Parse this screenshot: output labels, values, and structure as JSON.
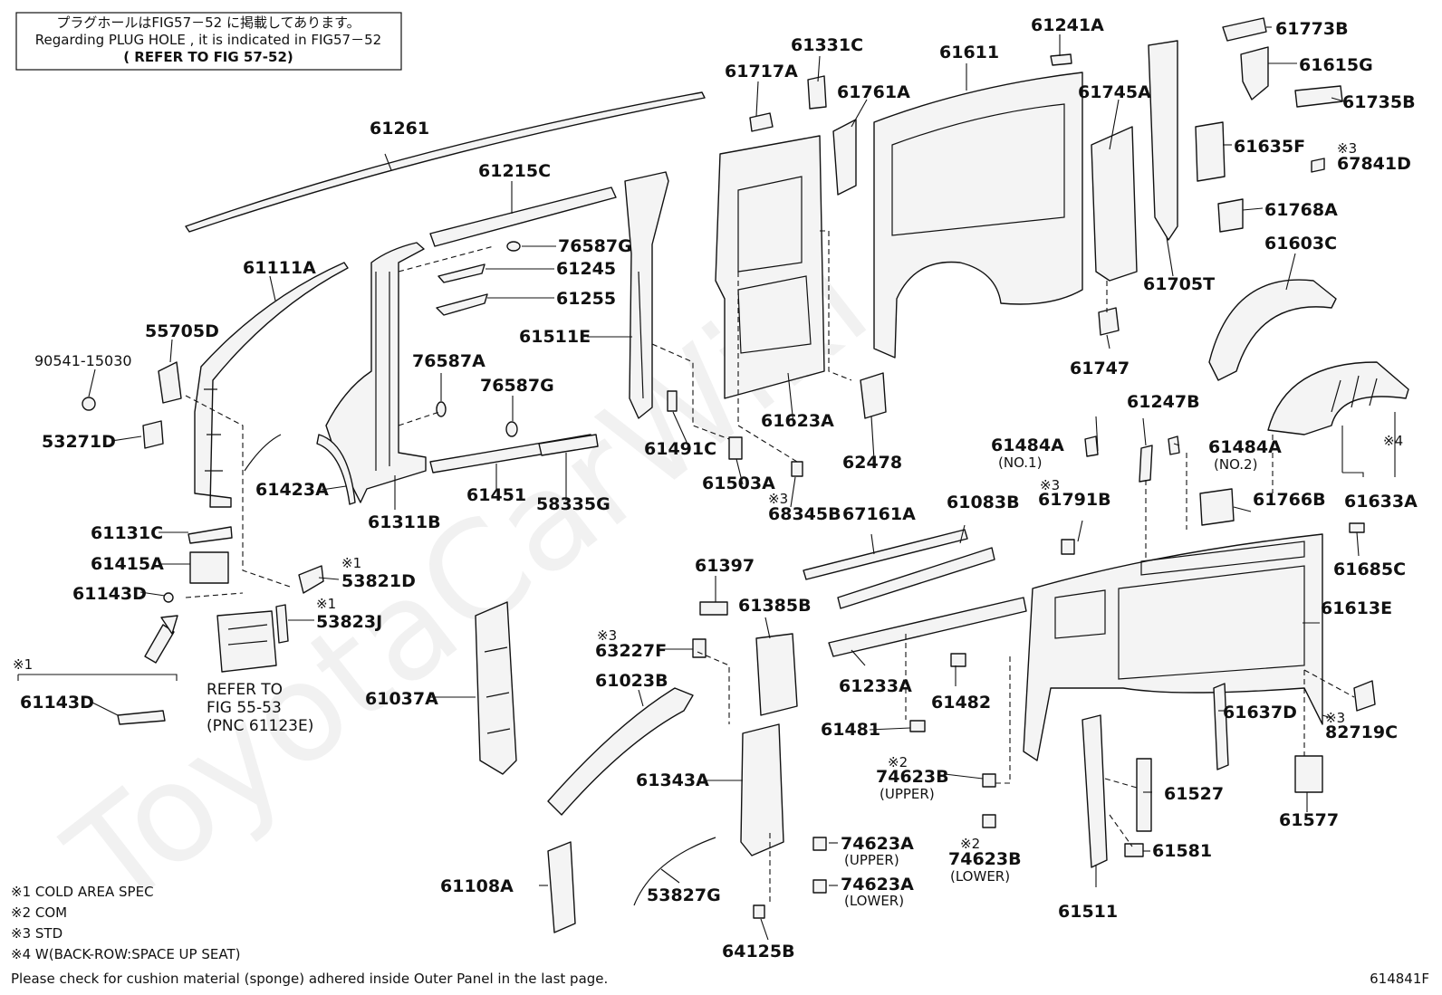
{
  "header_box": {
    "line1": "プラグホールはFIG57－52 に掲載してあります。",
    "line2": "Regarding PLUG HOLE , it is indicated in FIG57－52",
    "line3": "( REFER TO FIG 57-52)"
  },
  "watermark": "ToyotaCarWiki",
  "labels": {
    "p61261": "61261",
    "p61215C": "61215C",
    "p76587G_top": "76587G",
    "p61245": "61245",
    "p61255": "61255",
    "p61111A": "61111A",
    "p55705D": "55705D",
    "p90541": "90541-15030",
    "p53271D": "53271D",
    "p76587A": "76587A",
    "p76587G": "76587G",
    "p61511E": "61511E",
    "p61423A": "61423A",
    "p61311B": "61311B",
    "p61451": "61451",
    "p58335G": "58335G",
    "p61491C": "61491C",
    "p61503A": "61503A",
    "p68345B": "68345B",
    "p61717A": "61717A",
    "p61331C": "61331C",
    "p61761A": "61761A",
    "p61611": "61611",
    "p61241A": "61241A",
    "p61745A": "61745A",
    "p61623A": "61623A",
    "p62478": "62478",
    "p61747": "61747",
    "p61705T": "61705T",
    "p61773B": "61773B",
    "p61615G": "61615G",
    "p61735B": "61735B",
    "p61635F": "61635F",
    "p67841D": "67841D",
    "p61768A": "61768A",
    "p61603C": "61603C",
    "p61247B": "61247B",
    "p61484A_1": "61484A",
    "p61484A_2": "61484A",
    "p61633A": "61633A",
    "p61791B": "61791B",
    "p61766B": "61766B",
    "p61685C": "61685C",
    "p61613E": "61613E",
    "p67161A": "67161A",
    "p61083B": "61083B",
    "p61131C": "61131C",
    "p61415A": "61415A",
    "p61143D": "61143D",
    "p53821D": "53821D",
    "p53823J": "53823J",
    "p61143D_2": "61143D",
    "p61397": "61397",
    "p61385B": "61385B",
    "p63227F": "63227F",
    "p61023B": "61023B",
    "p61037A": "61037A",
    "p61233A": "61233A",
    "p61482": "61482",
    "p61481": "61481",
    "p74623B_u": "74623B",
    "p74623B_l": "74623B",
    "p61343A": "61343A",
    "p74623A_u": "74623A",
    "p74623A_l": "74623A",
    "p61637D": "61637D",
    "p82719C": "82719C",
    "p61527": "61527",
    "p61581": "61581",
    "p61577": "61577",
    "p61511": "61511",
    "p61108A": "61108A",
    "p53827G": "53827G",
    "p64125B": "64125B"
  },
  "sublabels": {
    "no1": "(NO.1)",
    "no2": "(NO.2)",
    "upper_b": "(UPPER)",
    "lower_b": "(LOWER)",
    "upper_a": "(UPPER)",
    "lower_a": "(LOWER)"
  },
  "marks": {
    "m1_53821D": "※1",
    "m1_53823J": "※1",
    "m1_group": "※1",
    "m3_68345B": "※3",
    "m3_61791B": "※3",
    "m3_67841D": "※3",
    "m3_63227F": "※3",
    "m2_74623B_u": "※2",
    "m2_74623B_l": "※2",
    "m3_82719C": "※3",
    "m4_61633A": "※4"
  },
  "refer": {
    "line1": "REFER TO",
    "line2": "FIG 55-53",
    "line3": "(PNC 61123E)"
  },
  "footnotes": {
    "n1": "※1 COLD AREA SPEC",
    "n2": "※2 COM",
    "n3": "※3 STD",
    "n4": "※4 W(BACK-ROW:SPACE UP SEAT)",
    "n5": "Please check for cushion material (sponge) adhered inside Outer Panel in the last page."
  },
  "figure_id": "614841F"
}
